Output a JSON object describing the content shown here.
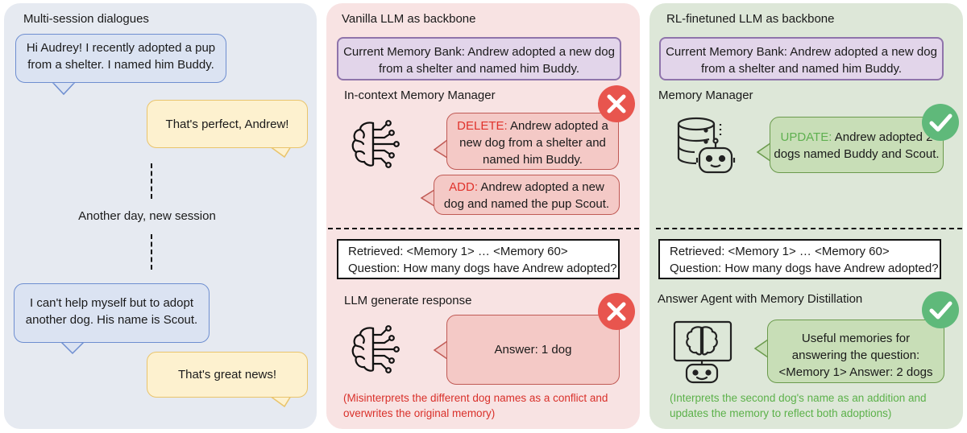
{
  "left": {
    "title": "Multi-session dialogues",
    "msg1": [
      "Hi Audrey! I recently adopted a pup",
      "from a shelter. I named him Buddy."
    ],
    "reply1": "That's perfect, Andrew!",
    "divider": "Another day, new session",
    "msg2": [
      "I can't help myself but to adopt",
      "another dog. His name is Scout."
    ],
    "reply2": "That's great news!"
  },
  "mid": {
    "title": "Vanilla LLM as backbone",
    "memory_bank": [
      "Current Memory Bank: Andrew adopted a new dog",
      "from a shelter and named him Buddy."
    ],
    "manager_label": "In-context Memory Manager",
    "delete_tag": "DELETE:",
    "delete_text": [
      "Andrew adopted a",
      "new dog from a shelter and",
      "named him Buddy."
    ],
    "add_tag": "ADD:",
    "add_text": [
      "Andrew adopted a new",
      "dog and named the pup Scout."
    ],
    "retrieved": "Retrieved: <Memory 1> … <Memory 60>",
    "question": "Question: How many dogs have Andrew adopted?",
    "generate_label": "LLM generate response",
    "answer": "Answer: 1 dog",
    "note": [
      "(Misinterprets the different dog names as a conflict and",
      "overwrites the original memory)"
    ]
  },
  "right": {
    "title": "RL-finetuned LLM as backbone",
    "memory_bank": [
      "Current Memory Bank: Andrew adopted a new dog",
      "from a shelter and named him Buddy."
    ],
    "manager_label": "Memory Manager",
    "update_tag": "UPDATE:",
    "update_text": [
      "Andrew adopted 2",
      "dogs named Buddy and Scout."
    ],
    "retrieved": "Retrieved: <Memory 1> … <Memory 60>",
    "question": "Question: How many dogs have Andrew adopted?",
    "agent_label": "Answer Agent with Memory Distillation",
    "answer": [
      "Useful memories for",
      "answering the question:",
      "<Memory 1> Answer: 2 dogs"
    ],
    "note": [
      "(Interprets the second dog's name as an addition and",
      "updates the memory to reflect both adoptions)"
    ]
  },
  "colors": {
    "error_red": "#e0322b",
    "success_green": "#5fb050",
    "memory_purple": "#e2d5ea"
  },
  "icons": {
    "brain": "brain-circuit-icon",
    "database": "database-robot-icon",
    "agent": "robot-brain-icon",
    "error": "x-circle-icon",
    "success": "check-circle-icon"
  }
}
